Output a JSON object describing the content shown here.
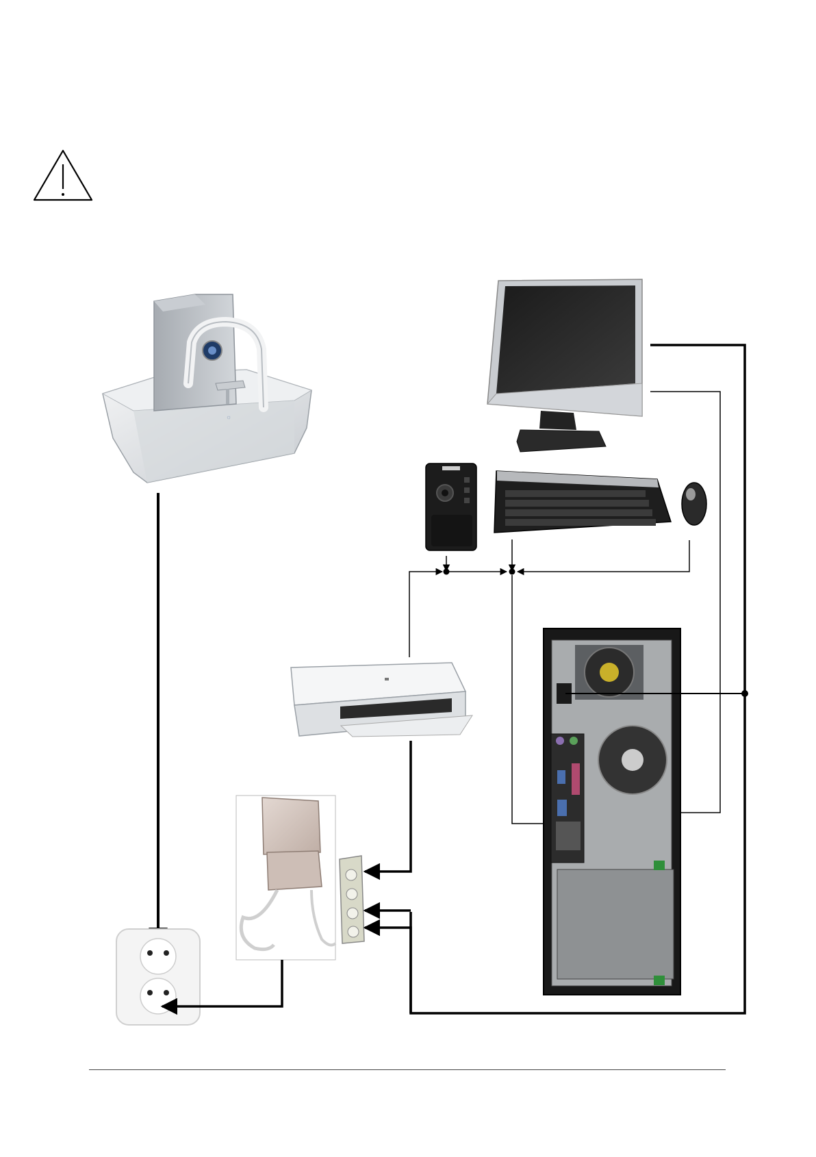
{
  "colors": {
    "line": "#000000",
    "device_light": "#e6e8ea",
    "device_mid": "#b9bec4",
    "device_dark": "#1c1c1c",
    "pcb_green": "#2f8f3a"
  },
  "icons": {
    "warning": "warning-triangle-icon"
  },
  "devices": {
    "imaging_unit": "imaging-unit",
    "monitor": "monitor",
    "joystick": "joystick-controller",
    "keyboard": "keyboard",
    "mouse": "mouse",
    "printer": "printer",
    "pc_tower": "computer-tower-rear",
    "isolation_transformer": "isolation-transformer",
    "power_strip": "power-strip",
    "wall_socket": "wall-socket"
  }
}
